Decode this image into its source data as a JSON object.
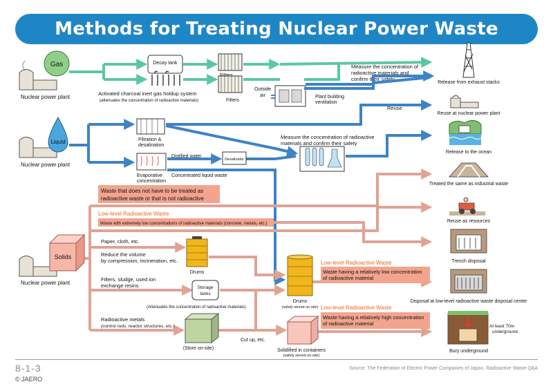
{
  "title": "Methods for Treating Nuclear Power Waste",
  "sources": {
    "gas": {
      "badge": "Gas",
      "label": "Nuclear power plant"
    },
    "liquid": {
      "badge": "Liquid",
      "label": "Nuclear power plant"
    },
    "solids": {
      "badge": "Solids",
      "label": "Nuclear power plant"
    }
  },
  "gas_path": {
    "decay_tank": "Decay tank",
    "holdup_system": "Activated charcoal inert gas holdup system",
    "holdup_note": "(attenuates the concentration of radioactive materials)",
    "filters_top": "Filters",
    "filters_bottom": "Filters",
    "outside_air": [
      "Outside",
      "air"
    ],
    "ventilation": [
      "Plant building",
      "ventilation"
    ],
    "measure": [
      "Measure the concentration of",
      "radioactive materials and",
      "confirm their safety"
    ]
  },
  "liquid_path": {
    "filtration": [
      "Filtration &",
      "desalination"
    ],
    "evaporative": [
      "Evaporative",
      "concentration"
    ],
    "distilled_water": "Distilled water",
    "desalinator": "Desalinator",
    "concentrated": "Concentrated liquid waste",
    "reuse": "Reuse",
    "measure": [
      "Measure the concentration of radioactive",
      "materials and confirm their safety"
    ]
  },
  "solids_path": {
    "paper": "Paper, cloth, etc.",
    "reduce": [
      "Reduce the volume",
      "by compression, incineration, etc."
    ],
    "drums_small": "Drums",
    "filters_sludge": [
      "Filters, sludge, used ion",
      "exchange resins"
    ],
    "storage_tanks": [
      "Storage",
      "tanks"
    ],
    "storage_note": "(Attenuates the concentration of radioactive materials)",
    "metals": [
      "Radioactive metals",
      "(control rods, reactor structures, etc.)"
    ],
    "store_onsite": "(Store on-site)",
    "cut_up": "Cut up, etc.",
    "drums_big": "Drums",
    "drums_note": "(safely stored on-site)",
    "solidified": "Solidified in containers",
    "solidified_note": "(safely stored on-site)"
  },
  "categories": {
    "not_radioactive": [
      "Waste that does not have to be treated as",
      "radioactive waste or that is not radioactive"
    ],
    "llw_header": "Low-level Radioactive Waste",
    "llw_extremely_low": "Waste with extremely low concentrations of radioactive materials (concrete, metals, etc.)",
    "llw_relatively_low_header": "Low-level Radioactive Waste",
    "llw_relatively_low": [
      "Waste having a relatively low concentration",
      "of radioactive material"
    ],
    "llw_relatively_high_header": "Low-level Radioactive Waste",
    "llw_relatively_high": [
      "Waste having a relatively high concentration",
      "of radioactive material"
    ]
  },
  "destinations": {
    "exhaust": "Release from exhaust stacks",
    "reuse_plant": "Reuse at nuclear power plant",
    "ocean": "Release to the ocean",
    "industrial": "Treated the same as industrial waste",
    "resources": "Reuse as resources",
    "trench": "Trench disposal",
    "disposal_center": "Disposal at low-level radioactive waste disposal center",
    "bury": "Bury underground",
    "depth_note": [
      "At least 70m",
      "underground"
    ]
  },
  "footer": {
    "page_number": "8-1-3",
    "copyright": "© JAERO",
    "source": "Source: The Federation of Electric Power Companies of Japan, Radioactive Waste Q&A"
  },
  "colors": {
    "title_bar": "#1f86c6",
    "gas_arrow": "#5cc6a6",
    "liquid_arrow": "#3d83c5",
    "solid_arrow": "#e0a394",
    "category_box": "#f2a48e",
    "category_header": "#ea6a1f",
    "solids_badge": "#f7b6a8",
    "liquid_badge": "#4aa6de",
    "gas_badge": "#8fd088",
    "drum": "#f1b61b"
  }
}
